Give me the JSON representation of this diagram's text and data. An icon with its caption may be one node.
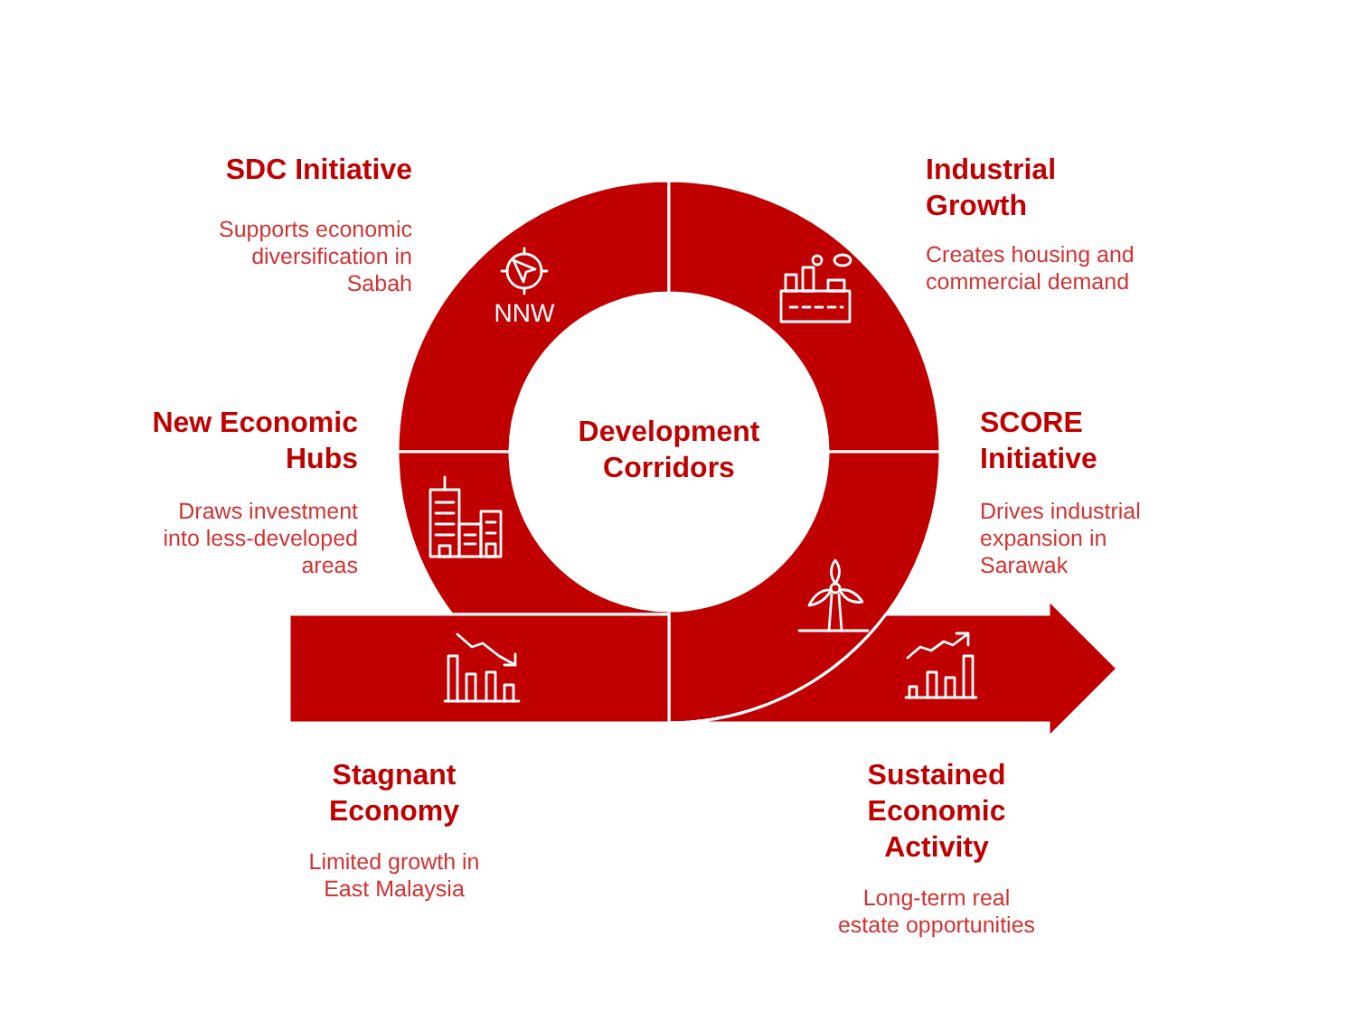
{
  "diagram": {
    "nodes": [
      {
        "text": [
          "Development Corridors"
        ]
      },
      {
        "text": [],
        "shape": "arc",
        "beside": [
          "SDC Initiative",
          "Supports economic diversification in Sabah"
        ]
      },
      {
        "text": [],
        "shape": "arc",
        "beside": [
          "Industrial Growth",
          "Creates housing and commercial demand"
        ]
      },
      {
        "text": [],
        "shape": "arc",
        "beside": [
          "New Economic Hubs",
          "Draws investment into less-developed areas"
        ]
      },
      {
        "text": [],
        "shape": "arc",
        "beside": [
          "SCORE Initiative",
          "Drives industrial expansion in Sarawak"
        ]
      },
      {
        "text": [],
        "shape": "bar",
        "beside": [
          "Stagnant Economy",
          "Limited growth in East Malaysia"
        ]
      },
      {
        "text": [],
        "shape": "arrow",
        "beside": [
          "Sustained Economic Activity",
          "Long-term real estate opportunities"
        ]
      }
    ],
    "labels": [
      "NNW"
    ]
  }
}
